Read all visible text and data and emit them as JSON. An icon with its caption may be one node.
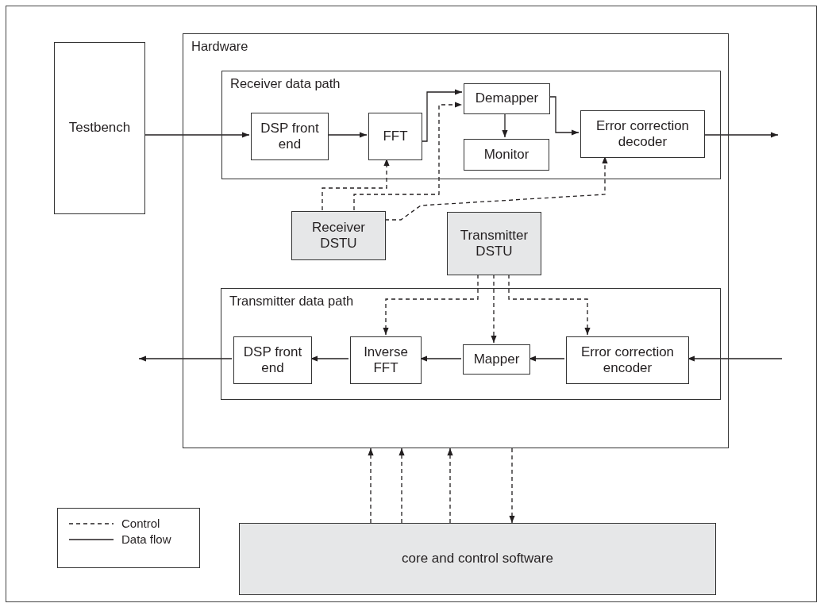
{
  "diagram": {
    "nodes": [
      {
        "text": [
          "Hardware"
        ]
      },
      {
        "text": [
          "Testbench"
        ]
      },
      {
        "text": [
          "Receiver data path"
        ],
        "in": 0
      },
      {
        "text": [
          "DSP front end"
        ],
        "in": 2
      },
      {
        "text": [
          "FFT"
        ],
        "in": 2
      },
      {
        "text": [
          "Demapper"
        ],
        "in": 2
      },
      {
        "text": [
          "Monitor"
        ],
        "in": 2
      },
      {
        "text": [
          "Error correction decoder"
        ],
        "in": 2
      },
      {
        "text": [
          "Receiver DSTU"
        ],
        "in": 0
      },
      {
        "text": [
          "Transmitter DSTU"
        ],
        "in": 0
      },
      {
        "text": [
          "Transmitter data path"
        ],
        "in": 0
      },
      {
        "text": [
          "DSP front end"
        ],
        "in": 10
      },
      {
        "text": [
          "Inverse FFT"
        ],
        "in": 10
      },
      {
        "text": [
          "Mapper"
        ],
        "in": 10
      },
      {
        "text": [
          "Error correction encoder"
        ],
        "in": 10
      },
      {
        "text": [
          "core and control software"
        ]
      }
    ],
    "edges": [
      {
        "from": 1,
        "to": 3,
        "arrow": "to"
      },
      {
        "from": 3,
        "to": 4,
        "arrow": "to"
      },
      {
        "from": 4,
        "to": 5,
        "arrow": "to"
      },
      {
        "from": 5,
        "to": 6,
        "arrow": "to"
      },
      {
        "from": 5,
        "to": 7,
        "arrow": "to"
      },
      {
        "from": 7,
        "to": null,
        "arrow": "to"
      },
      {
        "from": 8,
        "to": 4,
        "arrow": "to",
        "style": "dashed"
      },
      {
        "from": 8,
        "to": 5,
        "arrow": "to",
        "style": "dashed"
      },
      {
        "from": 8,
        "to": 7,
        "arrow": "to",
        "style": "dashed"
      },
      {
        "from": 9,
        "to": 12,
        "arrow": "to",
        "style": "dashed"
      },
      {
        "from": 9,
        "to": 13,
        "arrow": "to",
        "style": "dashed"
      },
      {
        "from": 9,
        "to": 14,
        "arrow": "to",
        "style": "dashed"
      },
      {
        "from": null,
        "to": 14,
        "arrow": "to"
      },
      {
        "from": 14,
        "to": 13,
        "arrow": "to"
      },
      {
        "from": 13,
        "to": 12,
        "arrow": "to"
      },
      {
        "from": 12,
        "to": 11,
        "arrow": "to"
      },
      {
        "from": 11,
        "to": null,
        "arrow": "to"
      },
      {
        "from": 15,
        "to": 0,
        "arrow": "to",
        "style": "dashed"
      },
      {
        "from": 15,
        "to": 0,
        "arrow": "to",
        "style": "dashed"
      },
      {
        "from": 15,
        "to": 0,
        "arrow": "to",
        "style": "dashed"
      },
      {
        "from": 0,
        "to": 15,
        "arrow": "to",
        "style": "dashed"
      }
    ],
    "legend": [
      {
        "text": "Control"
      },
      {
        "text": "Data flow"
      }
    ]
  }
}
